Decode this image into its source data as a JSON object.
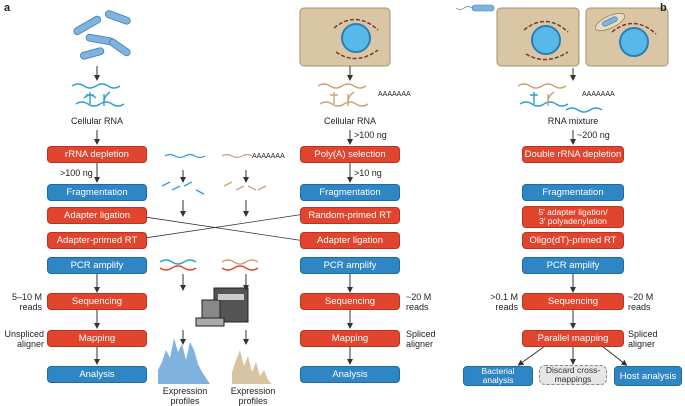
{
  "panels": {
    "a": "a",
    "b": "b"
  },
  "a": {
    "left": {
      "input_label": "Cellular RNA",
      "steps": [
        "rRNA depletion",
        "Fragmentation",
        "Adapter ligation",
        "Adapter-primed RT",
        "PCR amplify",
        "Sequencing",
        "Mapping",
        "Analysis"
      ],
      "amount": ">100 ng",
      "reads": "5–10 M\nreads",
      "aligner": "Unspliced\naligner"
    },
    "right": {
      "input_label": "Cellular RNA",
      "amount": ">100 ng",
      "amount2": ">10 ng",
      "steps": [
        "Poly(A) selection",
        "Fragmentation",
        "Random-primed RT",
        "Adapter ligation",
        "PCR amplify",
        "Sequencing",
        "Mapping",
        "Analysis"
      ],
      "reads": "~20 M\nreads",
      "aligner": "Spliced\naligner"
    },
    "polya_tail": "AAAAAAA",
    "profiles": [
      "Expression\nprofiles",
      "Expression\nprofiles"
    ]
  },
  "b": {
    "input_label": "RNA mixture",
    "amount": "~200 ng",
    "steps": [
      "Double rRNA depletion",
      "Fragmentation",
      "5′ adapter ligation/\n3′ polyadenylation",
      "Oligo(dT)-primed RT",
      "PCR amplify",
      "Sequencing",
      "Parallel mapping"
    ],
    "reads_left": ">0.1 M\nreads",
    "reads_right": "~20 M\nreads",
    "aligner": "Spliced\naligner",
    "outputs": [
      "Bacterial\nanalysis",
      "Discard cross-\nmappings",
      "Host analysis"
    ],
    "polya_tail": "AAAAAAA"
  },
  "colors": {
    "red": "#e2452e",
    "blue": "#2f86c4",
    "rna_blue": "#2a9fd6",
    "rna_tan": "#c8a474",
    "cell": "#d9c6a5"
  }
}
